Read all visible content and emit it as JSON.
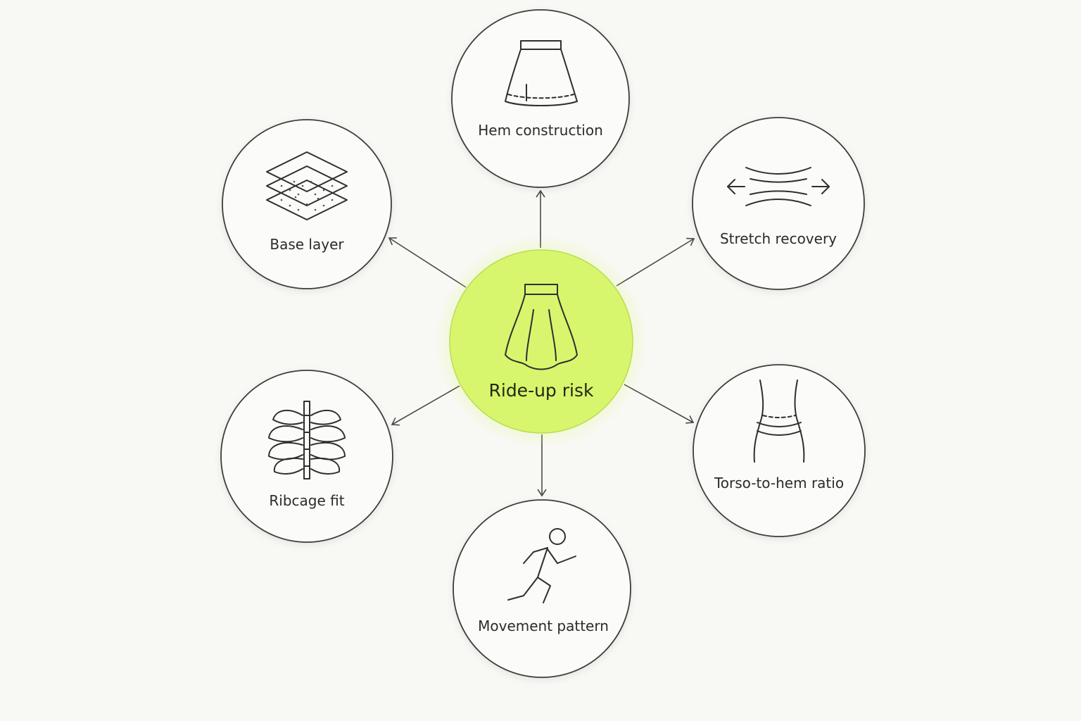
{
  "center": {
    "label": "Ride-up risk",
    "icon": "skirt-icon"
  },
  "nodes": [
    {
      "id": "hem",
      "label": "Hem construction",
      "icon": "skirt-hem-icon"
    },
    {
      "id": "stretch",
      "label": "Stretch recovery",
      "icon": "stretch-arrows-icon"
    },
    {
      "id": "torso",
      "label": "Torso-to-hem ratio",
      "icon": "torso-icon"
    },
    {
      "id": "movement",
      "label": "Movement pattern",
      "icon": "running-person-icon"
    },
    {
      "id": "ribcage",
      "label": "Ribcage fit",
      "icon": "ribcage-icon"
    },
    {
      "id": "base",
      "label": "Base layer",
      "icon": "layers-icon"
    }
  ],
  "colors": {
    "background": "#f8f8f4",
    "center_fill": "#d8f56e",
    "node_stroke": "#3c3c3c"
  }
}
